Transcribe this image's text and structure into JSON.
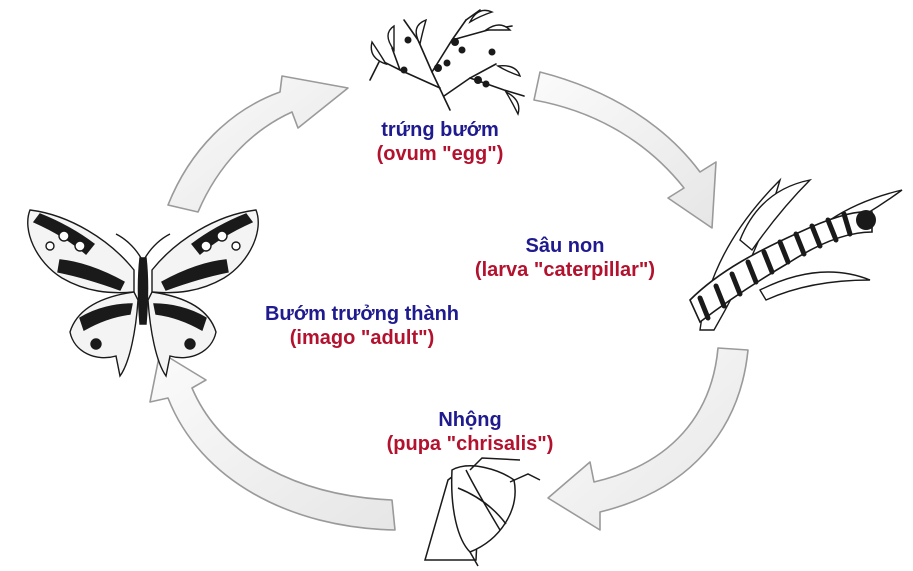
{
  "diagram": {
    "stages": [
      {
        "key": "egg",
        "vietnamese": "trứng bướm",
        "english": "(ovum \"egg\")"
      },
      {
        "key": "larva",
        "vietnamese": "Sâu non",
        "english": "(larva \"caterpillar\")"
      },
      {
        "key": "pupa",
        "vietnamese": "Nhộng",
        "english": "(pupa \"chrisalis\")"
      },
      {
        "key": "adult",
        "vietnamese": "Bướm trưởng thành",
        "english": "(imago \"adult\")"
      }
    ],
    "colors": {
      "vietnamese_text": "#1f1b8f",
      "english_text": "#b3122e",
      "arrow_fill": "#f2f2f2",
      "arrow_stroke": "#9a9a9a",
      "drawing_ink": "#1a1a1a"
    }
  }
}
